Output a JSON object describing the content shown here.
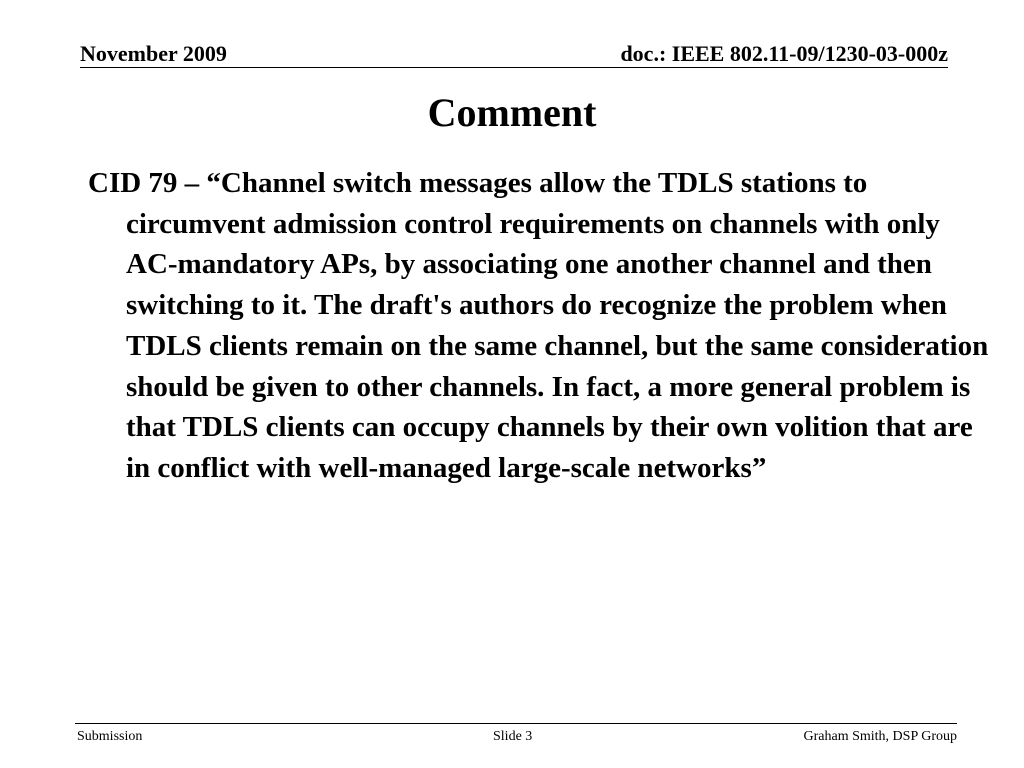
{
  "header": {
    "date": "November 2009",
    "doc_id": "doc.: IEEE 802.11-09/1230-03-000z"
  },
  "slide": {
    "title": "Comment",
    "body": "CID 79 – “Channel switch messages allow the TDLS stations to circumvent admission control requirements on channels with only AC-mandatory APs, by associating one another channel and then switching to it. The draft's authors do recognize the problem when TDLS clients remain on the same channel, but the same consideration should be given to other channels. In fact, a more general problem is that TDLS clients can occupy channels by their own volition that are in conflict with well-managed large-scale networks”"
  },
  "footer": {
    "left": "Submission",
    "center": "Slide 3",
    "right": "Graham Smith, DSP Group"
  }
}
